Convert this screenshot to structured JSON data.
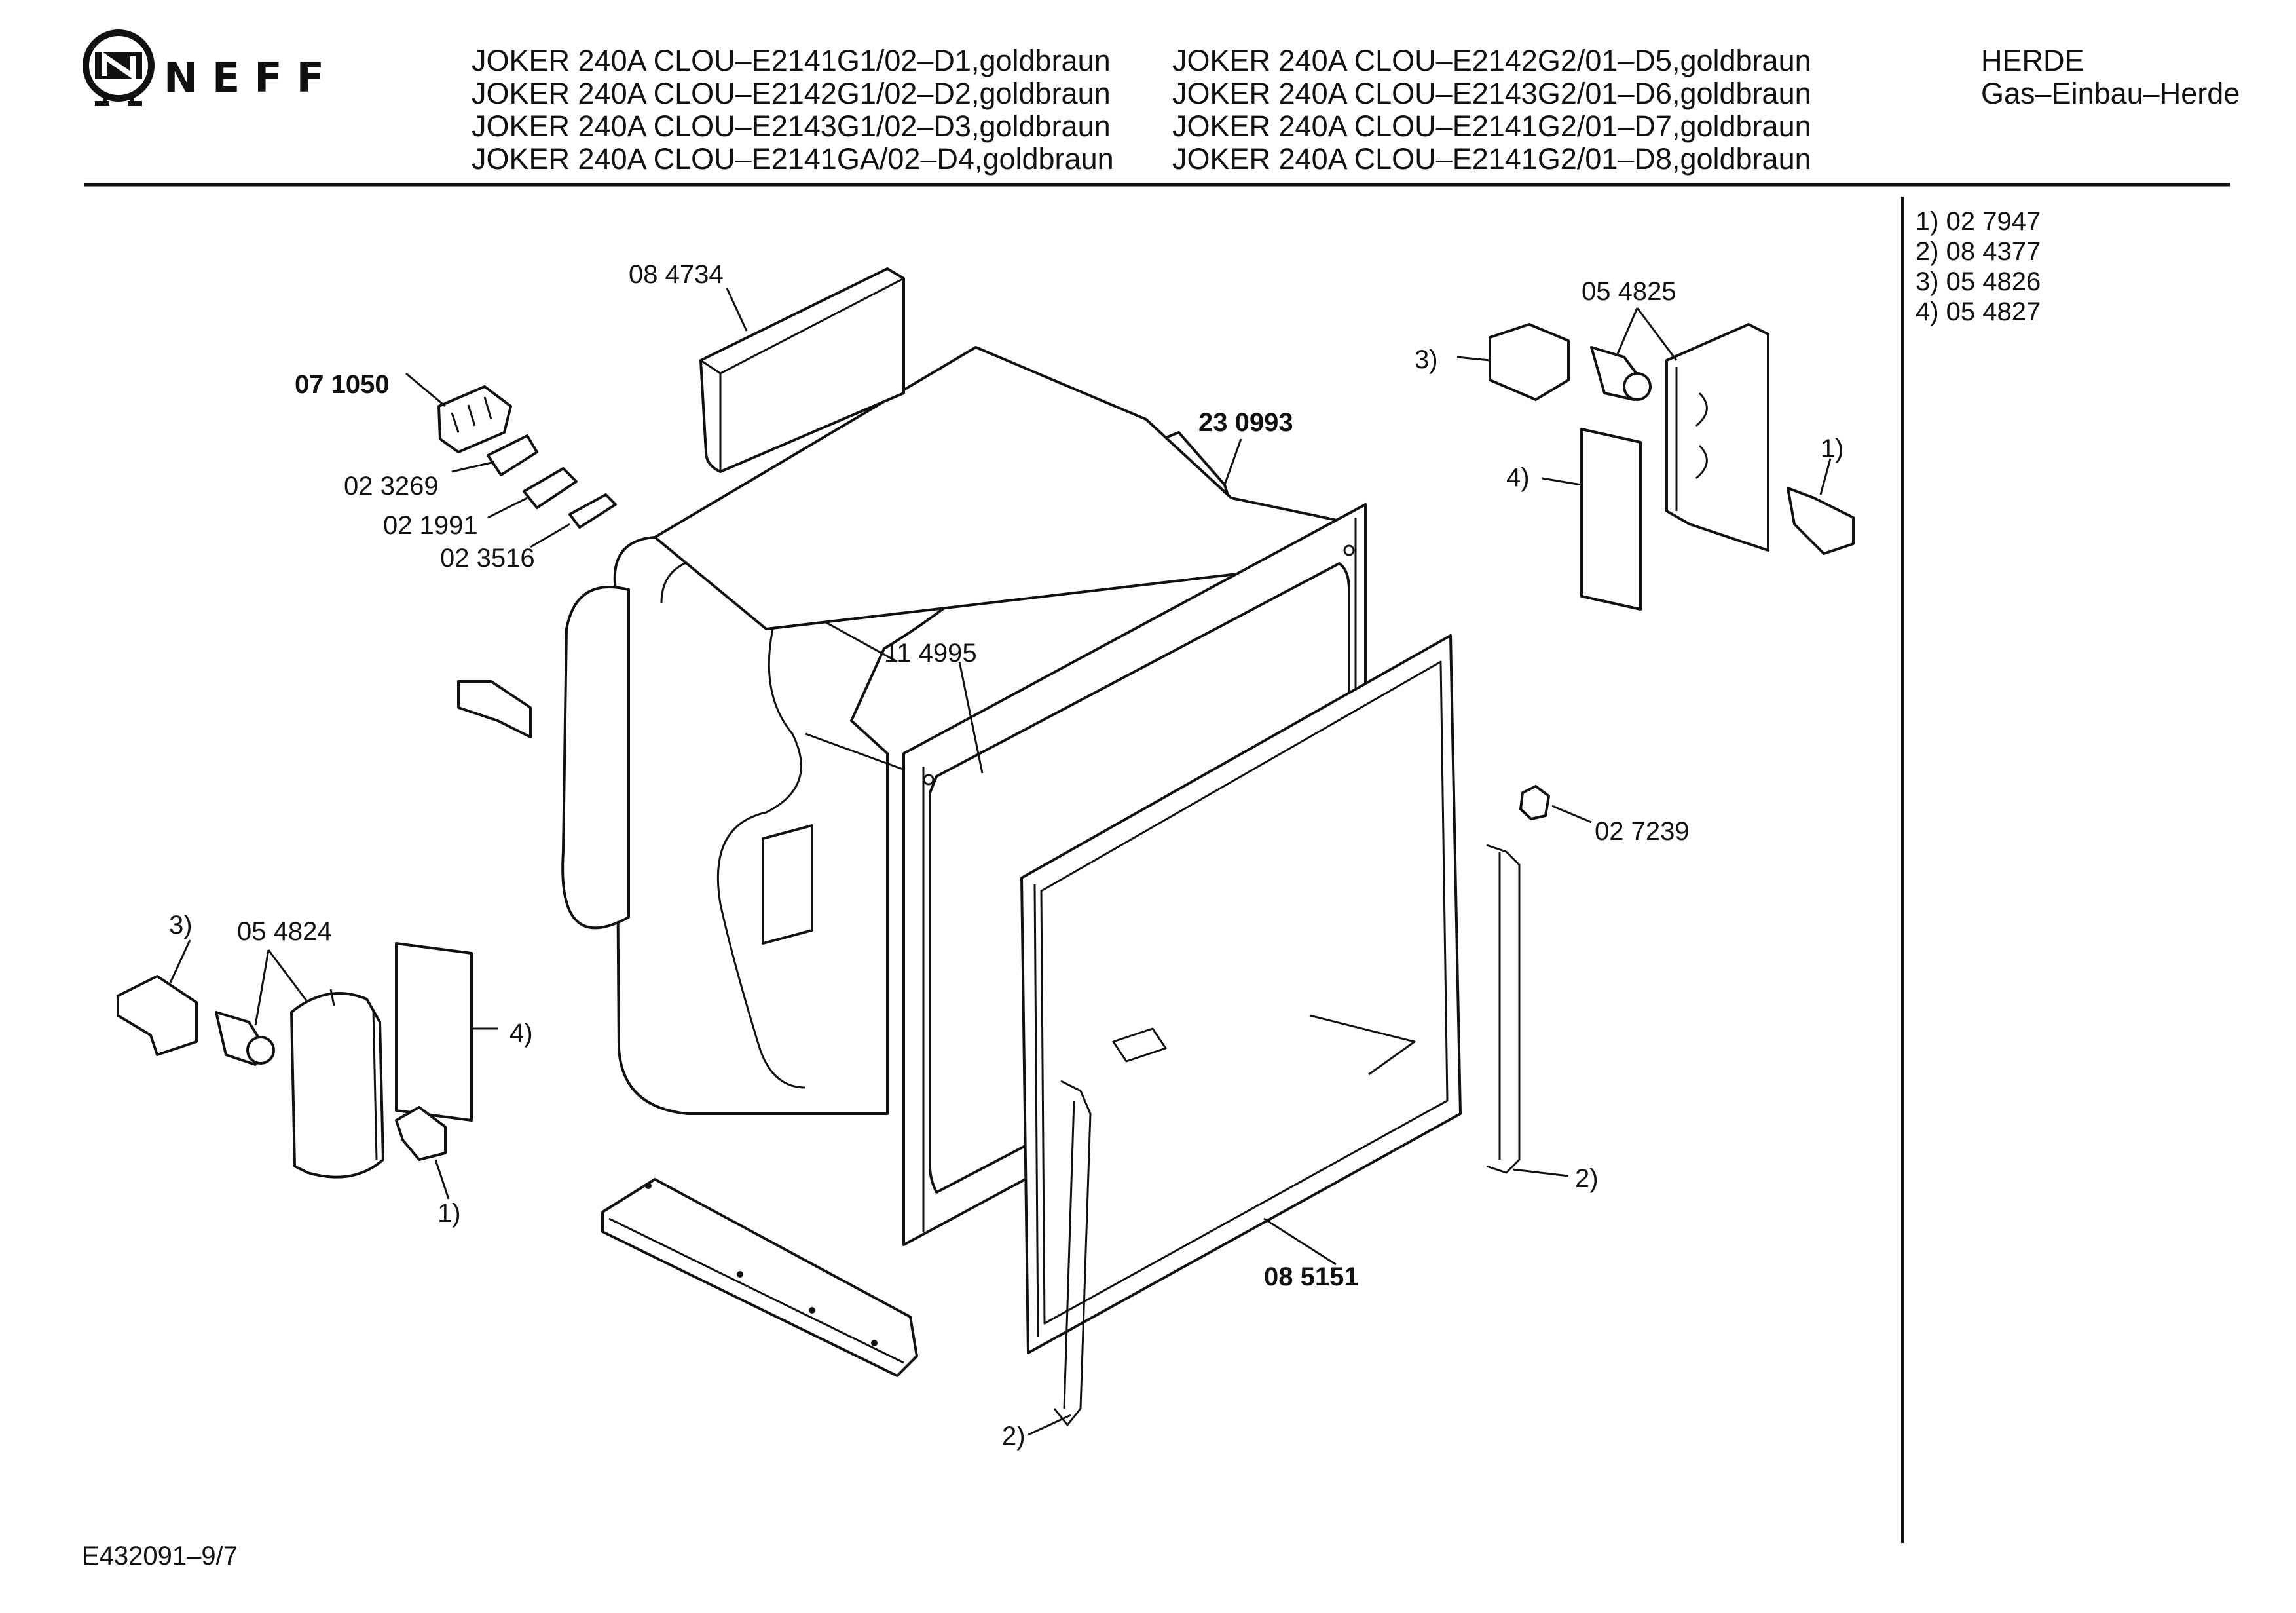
{
  "brand": "NEFF",
  "models_left": [
    "JOKER 240A CLOU–E2141G1/02–D1,goldbraun",
    "JOKER 240A CLOU–E2142G1/02–D2,goldbraun",
    "JOKER 240A CLOU–E2143G1/02–D3,goldbraun",
    "JOKER 240A CLOU–E2141GA/02–D4,goldbraun"
  ],
  "models_right": [
    "JOKER 240A CLOU–E2142G2/01–D5,goldbraun",
    "JOKER 240A CLOU–E2143G2/01–D6,goldbraun",
    "JOKER 240A CLOU–E2141G2/01–D7,goldbraun",
    "JOKER 240A CLOU–E2141G2/01–D8,goldbraun"
  ],
  "category": [
    "HERDE",
    "Gas–Einbau–Herde"
  ],
  "legend": [
    "1)  02 7947",
    "2)  08 4377",
    "3)  05 4826",
    "4)  05 4827"
  ],
  "parts": {
    "p084734": "08 4734",
    "p071050": "07 1050",
    "p023269": "02 3269",
    "p021991": "02 1991",
    "p023516": "02 3516",
    "p230993": "23 0993",
    "p114995": "11 4995",
    "p054825": "05 4825",
    "p054824": "05 4824",
    "p027239": "02 7239",
    "p085151": "08 5151",
    "r1": "1)",
    "r2": "2)",
    "r3": "3)",
    "r4": "4)"
  },
  "footer_code": "E432091–9/7"
}
